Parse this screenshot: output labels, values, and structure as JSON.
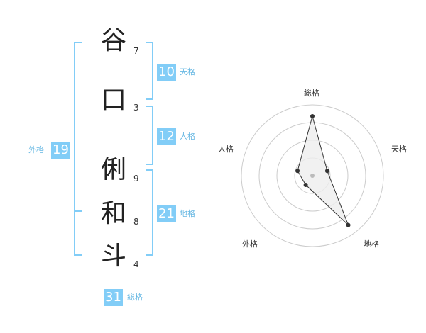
{
  "name_characters": [
    {
      "char": "谷",
      "strokes": "7"
    },
    {
      "char": "口",
      "strokes": "3"
    },
    {
      "char": "俐",
      "strokes": "9"
    },
    {
      "char": "和",
      "strokes": "8"
    },
    {
      "char": "斗",
      "strokes": "4"
    }
  ],
  "fortune": {
    "tenkaku": {
      "label": "天格",
      "value": "10"
    },
    "jinkaku": {
      "label": "人格",
      "value": "12"
    },
    "chikaku": {
      "label": "地格",
      "value": "21"
    },
    "gaikaku": {
      "label": "外格",
      "value": "19"
    },
    "soukaku": {
      "label": "総格",
      "value": "31"
    }
  },
  "radar": {
    "axes": [
      "総格",
      "天格",
      "地格",
      "外格",
      "人格"
    ],
    "values": [
      0.84,
      0.22,
      0.86,
      0.16,
      0.22
    ],
    "ring_color": "#cccccc",
    "polygon_fill": "#eeeeee",
    "point_color": "#333333"
  },
  "colors": {
    "bracket": "#82cdf7",
    "badge": "#82cdf7",
    "badge_label": "#67b8e3"
  }
}
